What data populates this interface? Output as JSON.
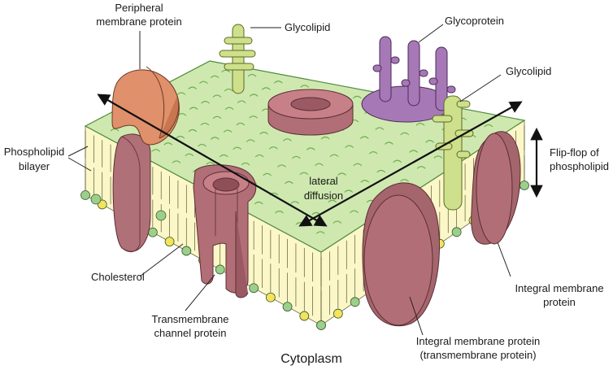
{
  "labels": {
    "peripheral_line1": "Peripheral",
    "peripheral_line2": "membrane protein",
    "glycolipid_top": "Glycolipid",
    "glycoprotein": "Glycoprotein",
    "glycolipid_right": "Glycolipid",
    "phospholipid_line1": "Phospholipid",
    "phospholipid_line2": "bilayer",
    "flipflop_line1": "Flip-flop of",
    "flipflop_line2": "phospholipid",
    "lateral_line1": "lateral",
    "lateral_line2": "diffusion",
    "cholesterol": "Cholesterol",
    "transmembrane_line1": "Transmembrane",
    "transmembrane_line2": "channel protein",
    "integral_line1": "Integral membrane",
    "integral_line2": "protein",
    "integral_tm_line1": "Integral membrane protein",
    "integral_tm_line2": "(transmembrane protein)",
    "cytoplasm": "Cytoplasm"
  },
  "colors": {
    "membrane_top": "#cfe8b0",
    "bilayer_fill": "#fbf7c8",
    "head_green": "#9ccf8c",
    "head_yellow": "#f4e35c",
    "protein": "#b26e76",
    "protein_dark": "#8e4f58",
    "peripheral": "#e0906a",
    "glycolipid": "#cfe08c",
    "glycoprotein": "#a778b6"
  }
}
